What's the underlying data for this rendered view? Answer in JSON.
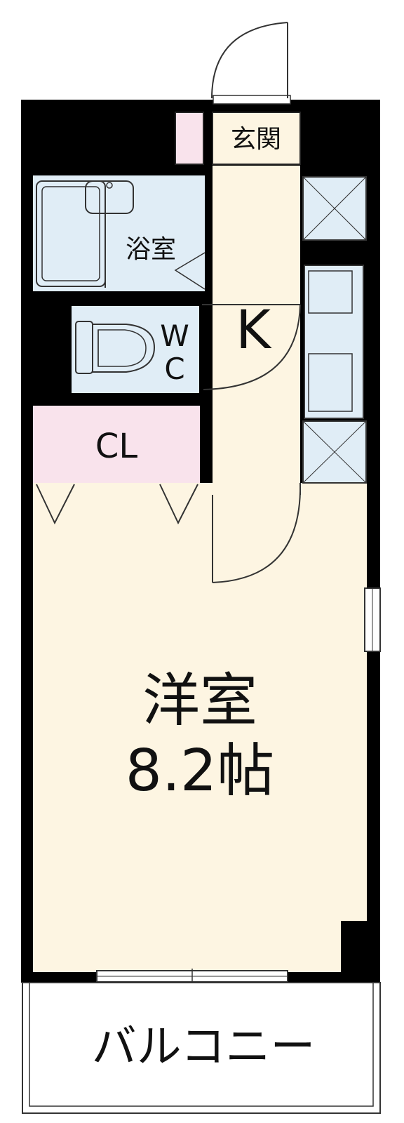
{
  "labels": {
    "entrance": "玄関",
    "bathroom": "浴室",
    "wc_w": "W",
    "wc_c": "C",
    "kitchen": "K",
    "closet": "CL",
    "western_room": "洋室",
    "room_size": "8.2帖",
    "balcony": "バルコニー"
  },
  "colors": {
    "wall": "#000000",
    "floor": "#fdf5e2",
    "bath_fixture": "#e0edf6",
    "closet": "#f9e3ec",
    "shoe_box": "#f9e3ec",
    "line": "#333333"
  }
}
